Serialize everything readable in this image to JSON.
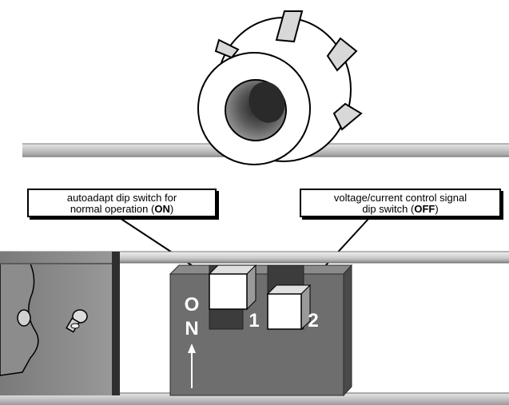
{
  "callouts": {
    "left": {
      "line1": "autoadapt dip switch for",
      "line2_prefix": "normal operation (",
      "line2_bold": "ON",
      "line2_suffix": ")"
    },
    "right": {
      "line1": "voltage/current control signal",
      "line2_prefix": "dip switch (",
      "line2_bold": "OFF",
      "line2_suffix": ")"
    }
  },
  "dip_switch": {
    "on_letter_o": "O",
    "on_letter_n": "N",
    "switch_1_label": "1",
    "switch_2_label": "2",
    "switch_1_state": "ON",
    "switch_2_state": "OFF"
  },
  "colors": {
    "housing": "#6e6e6e",
    "housing_side": "#4a4a4a",
    "slot_dark": "#3c3c3c",
    "rail": "#c8c8c8",
    "outline": "#000000"
  }
}
